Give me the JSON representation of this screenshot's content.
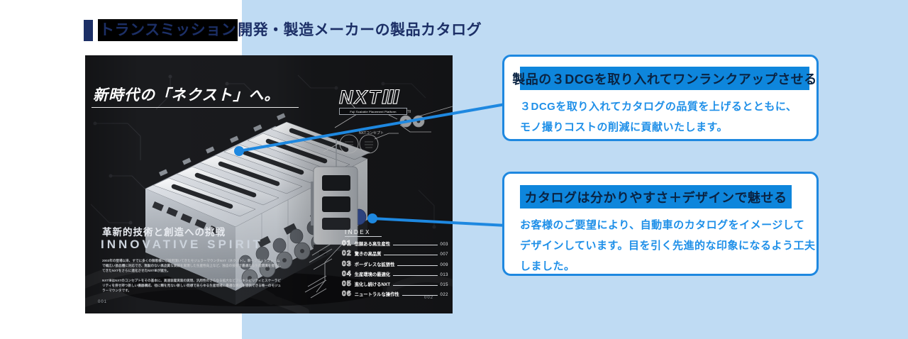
{
  "colors": {
    "panel": "#bfdbf3",
    "accent": "#1e88e0",
    "title_bar": "#0e86dc",
    "header_text": "#1c2f66",
    "body_text": "#1e8fe8",
    "title_text": "#0a2342"
  },
  "header": {
    "highlight": "トランスミッション",
    "rest": "開発・製造メーカーの製品カタログ"
  },
  "callouts": [
    {
      "title": "製品の３DCGを取り入れてワンランクアップさせる",
      "lines": [
        "３DCGを取り入れてカタログの品質を上げるとともに、",
        "モノ撮りコストの削減に貢献いたします。"
      ]
    },
    {
      "title": "カタログは分かりやすさ＋デザインで魅せる",
      "lines": [
        "お客様のご要望により、自動車のカタログをイメージして",
        "デザインしています。目を引く先進的な印象になるよう工夫",
        "しました。"
      ]
    }
  ],
  "catalog": {
    "headline": "新時代の「ネクスト」へ。",
    "logo": {
      "text": "NXT",
      "suffix": "Ⅲ",
      "tagline": "Fuji Scalable Placement Platform"
    },
    "diagram": {
      "label_top": "NXTⅡ",
      "label_mid": "NXTコンセプト"
    },
    "slogan_jp": "革新的技術と創造への挑戦",
    "slogan_en": "INNOVATIVE SPIRIT",
    "paragraph1": "2003年の登場以来、すでに多くの御客様にご採用頂いてきたモジュラーマウンタNXT（ネクスト）。単一プラットフォームで幅広い部品種に対応でき、無駄のない高品質な実装を実現した生産性向上など、独自の技術で最適なる生産環境を提供してきたNXTをさらに進化させたNXTⅢが誕生。",
    "paragraph2": "NXTⅢはNXTのコンセプトをその基本に、高速装着実装の実現、汎用性のさらなる拡大などフレキシビリティとスケーラビリティを併せ持つ新しい機器構成、他に類を見ない新しい発想であらゆる生産現場に最適な構成を提供できる唯一のモジュラーマウンタです。",
    "index": {
      "title": "INDEX",
      "items": [
        {
          "no": "01",
          "label": "信頼ある高生産性",
          "page": "003"
        },
        {
          "no": "02",
          "label": "驚きの高品質",
          "page": "007"
        },
        {
          "no": "03",
          "label": "ボーダレスな拡張性",
          "page": "009"
        },
        {
          "no": "04",
          "label": "生産環境の最適化",
          "page": "013"
        },
        {
          "no": "05",
          "label": "進化し続けるNXT",
          "page": "015"
        },
        {
          "no": "06",
          "label": "ニュートラルな操作性",
          "page": "022"
        }
      ]
    },
    "page_left": "001",
    "page_right": "002"
  }
}
